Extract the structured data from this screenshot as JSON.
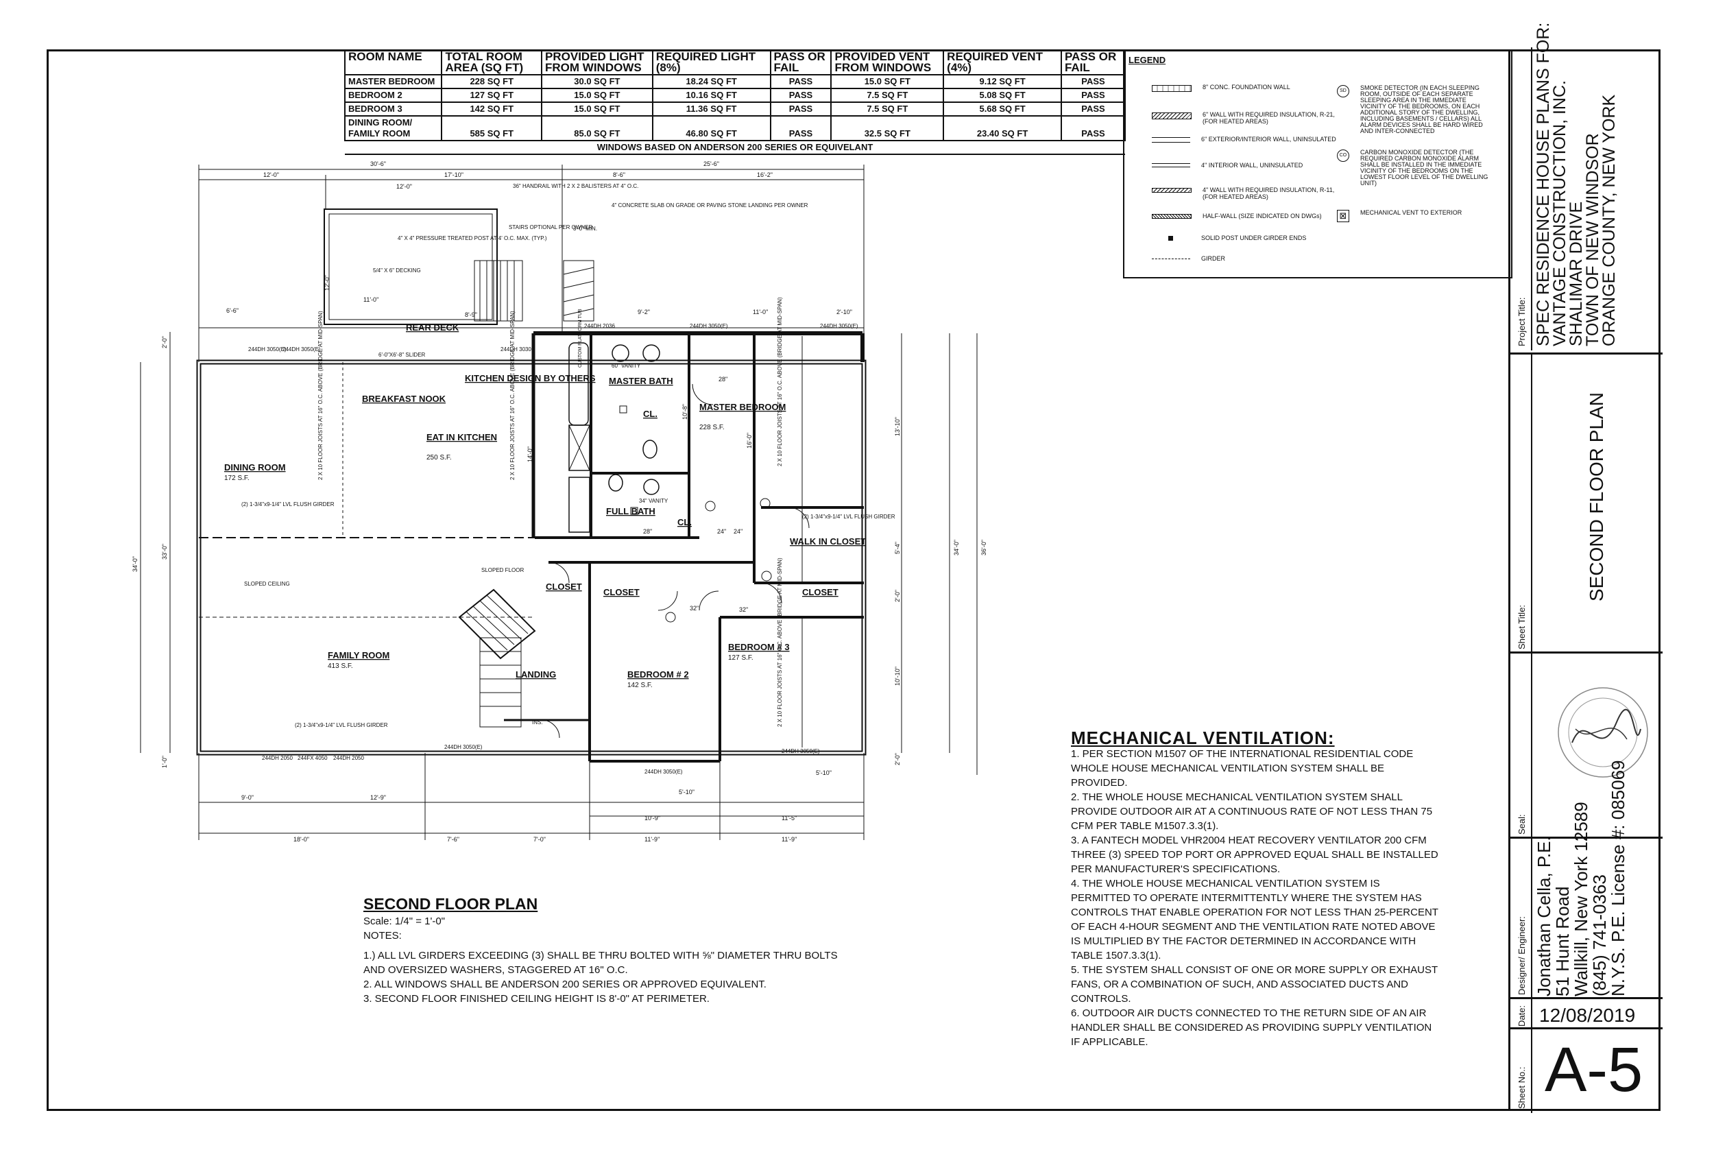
{
  "schedule": {
    "headers": [
      "ROOM NAME",
      "TOTAL ROOM AREA (SQ FT)",
      "PROVIDED LIGHT FROM WINDOWS",
      "REQUIRED LIGHT (8%)",
      "PASS OR FAIL",
      "PROVIDED VENT FROM WINDOWS",
      "REQUIRED VENT (4%)",
      "PASS OR FAIL"
    ],
    "rows": [
      [
        "MASTER BEDROOM",
        "228 SQ FT",
        "30.0 SQ FT",
        "18.24 SQ FT",
        "PASS",
        "15.0 SQ FT",
        "9.12 SQ FT",
        "PASS"
      ],
      [
        "BEDROOM 2",
        "127 SQ FT",
        "15.0 SQ FT",
        "10.16 SQ FT",
        "PASS",
        "7.5 SQ FT",
        "5.08 SQ FT",
        "PASS"
      ],
      [
        "BEDROOM 3",
        "142 SQ FT",
        "15.0 SQ FT",
        "11.36 SQ FT",
        "PASS",
        "7.5 SQ FT",
        "5.68 SQ FT",
        "PASS"
      ],
      [
        "DINING ROOM/ FAMILY ROOM",
        "585 SQ FT",
        "85.0 SQ FT",
        "46.80 SQ FT",
        "PASS",
        "32.5 SQ FT",
        "23.40 SQ FT",
        "PASS"
      ]
    ],
    "footnote": "WINDOWS BASED ON ANDERSON 200 SERIES OR EQUIVELANT"
  },
  "legend": {
    "title": "LEGEND",
    "left_items": [
      "8\" CONC. FOUNDATION WALL",
      "6\" WALL WITH REQUIRED INSULATION, R-21, (FOR HEATED AREAS)",
      "6\" EXTERIOR/INTERIOR WALL, UNINSULATED",
      "4\" INTERIOR WALL, UNINSULATED",
      "4\" WALL WITH REQUIRED INSULATION, R-11, (FOR HEATED AREAS)",
      "HALF-WALL (SIZE INDICATED ON DWGs)",
      "SOLID POST UNDER GIRDER ENDS",
      "GIRDER"
    ],
    "right_items": [
      {
        "icon": "SD",
        "text": "SMOKE DETECTOR (IN EACH SLEEPING ROOM, OUTSIDE OF EACH SEPARATE SLEEPING AREA IN THE IMMEDIATE VICINITY OF THE BEDROOMS, ON EACH ADDITIONAL STORY OF THE DWELLING, INCLUDING BASEMENTS / CELLARS) ALL ALARM DEVICES SHALL BE HARD WIRED AND INTER-CONNECTED"
      },
      {
        "icon": "CO",
        "text": "CARBON MONOXIDE DETECTOR (THE REQUIRED CARBON MONOXIDE ALARM SHALL BE INSTALLED IN THE IMMEDIATE VICINITY OF THE BEDROOMS ON THE LOWEST FLOOR LEVEL OF THE DWELLING UNIT)"
      },
      {
        "icon": "⊠",
        "text": "MECHANICAL VENT TO EXTERIOR"
      }
    ]
  },
  "rooms": {
    "breakfast": "BREAKFAST NOOK",
    "kitchen_design": "KITCHEN DESIGN BY OTHERS",
    "eat_in": "EAT IN KITCHEN",
    "eat_in_area": "250 S.F.",
    "dining": "DINING ROOM",
    "dining_area": "172 S.F.",
    "family": "FAMILY ROOM",
    "family_area": "413 S.F.",
    "master_bath": "MASTER BATH",
    "master_bed": "MASTER BEDROOM",
    "master_bed_area": "228 S.F.",
    "full_bath": "FULL BATH",
    "walk_in": "WALK IN CLOSET",
    "closet": "CLOSET",
    "landing": "LANDING",
    "bed2": "BEDROOM # 2",
    "bed2_area": "142 S.F.",
    "bed3": "BEDROOM # 3",
    "bed3_area": "127 S.F.",
    "rear_deck": "REAR DECK",
    "cl": "CL.",
    "vanity60": "60\" VANITY",
    "vanity34": "34\" VANITY",
    "tub": "CUSTOM PLATFORM TUB",
    "sloped_floor": "SLOPED FLOOR",
    "sloped_ceiling": "SLOPED CEILING"
  },
  "annotations": {
    "handrail": "36\" HANDRAIL WITH 2 X 2 BALISTERS AT 4\" O.C.",
    "stairs_optional": "STAIRS OPTIONAL PER OWNER",
    "post": "4\" X 4\" PRESSURE TREATED POST AT 4' O.C. MAX. (TYP.)",
    "decking": "5/4\" X 6\" DECKING",
    "concrete": "4\" CONCRETE SLAB ON GRADE OR PAVING STONE LANDING PER OWNER",
    "min": "3'-0\" MIN.",
    "slider": "6'-0\"X6'-8\" SLIDER",
    "lvl_girder": "(2) 1-3/4\"x9-1/4\" LVL FLUSH GIRDER",
    "joists": "2 X 10 FLOOR JOISTS AT 16\" O.C. ABOVE (BRIDGE AT MID-SPAN)",
    "ins": "INS."
  },
  "dimensions": {
    "top_overall_left": "30'-6\"",
    "top_overall_right": "25'-6\"",
    "top_a": "12'-0\"",
    "top_b": "17'-10\"",
    "top_c": "8'-6\"",
    "top_d": "16'-2\"",
    "deck_w": "12'-0\"",
    "deck_h": "12'-0\"",
    "deck_in": "11'-0\"",
    "deck_stair": "8'-9\"",
    "left_a": "6'-6\"",
    "mid_a": "9'-2\"",
    "mid_b": "11'-0\"",
    "mid_c": "2'-10\"",
    "bot_a": "9'-0\"",
    "bot_b": "12'-9\"",
    "bot_c": "18'-0\"",
    "bot_d": "7'-6\"",
    "bot_e": "7'-0\"",
    "bot_f": "11'-9\"",
    "bot_g": "11'-9\"",
    "bot_h": "10'-9\"",
    "bot_i": "11'-5\"",
    "bot_j": "5'-10\"",
    "bot_k": "5'-10\"",
    "left_h1": "34'-0\"",
    "left_h2": "33'-0\"",
    "left_h3": "2'-0\"",
    "left_h4": "1'-0\"",
    "right_h1": "34'-0\"",
    "right_h2": "36'-0\"",
    "right_a": "13'-10\"",
    "right_b": "5'-4\"",
    "right_c": "2'-0\"",
    "right_d": "10'-10\"",
    "right_e": "2'-0\"",
    "mb_h": "16'-0\"",
    "bath_h": "10'-8\"",
    "kitchen_h": "14'-0\"",
    "w28a": "28\"",
    "w28b": "28\"",
    "w24a": "24\"",
    "w24b": "24\"",
    "w32a": "32\"",
    "w32b": "32\""
  },
  "windows": {
    "w1": "244DH 3050(E)",
    "w2": "244DH 3050(E)",
    "w3": "244DH 3030",
    "w4": "244DH 2036",
    "w5": "244DH 3050(E)",
    "w6": "244DH 3050(E)",
    "w7": "244DH 2050",
    "w8": "244FX 4050",
    "w9": "244DH 2050",
    "w10": "244DH 3050(E)",
    "w11": "244DH 3050(E)",
    "w12": "244DH 3050(E)"
  },
  "mechanical": {
    "title": "MECHANICAL VENTILATION:",
    "items": [
      "1.  PER SECTION M1507 OF THE INTERNATIONAL RESIDENTIAL CODE WHOLE HOUSE MECHANICAL VENTILATION SYSTEM SHALL BE PROVIDED.",
      "2.  THE WHOLE HOUSE MECHANICAL VENTILATION SYSTEM SHALL PROVIDE OUTDOOR AIR AT A CONTINUOUS RATE OF NOT LESS THAN 75 CFM PER TABLE M1507.3.3(1).",
      "3.  A FANTECH MODEL VHR2004 HEAT RECOVERY  VENTILATOR 200 CFM THREE (3) SPEED TOP PORT OR APPROVED EQUAL SHALL BE INSTALLED PER MANUFACTURER'S SPECIFICATIONS.",
      "4.  THE WHOLE HOUSE MECHANICAL VENTILATION SYSTEM IS PERMITTED TO OPERATE INTERMITTENTLY WHERE THE SYSTEM HAS CONTROLS THAT ENABLE OPERATION FOR NOT LESS THAN 25-PERCENT OF EACH 4-HOUR SEGMENT AND THE VENTILATION RATE NOTED ABOVE IS MULTIPLIED BY THE FACTOR DETERMINED IN ACCORDANCE WITH TABLE 1507.3.3(1).",
      "5.  THE SYSTEM SHALL CONSIST OF ONE OR MORE SUPPLY OR EXHAUST FANS, OR A COMBINATION OF SUCH, AND ASSOCIATED DUCTS AND CONTROLS.",
      "6.  OUTDOOR AIR DUCTS CONNECTED TO THE RETURN SIDE OF AN AIR HANDLER SHALL BE CONSIDERED AS PROVIDING SUPPLY VENTILATION IF APPLICABLE."
    ]
  },
  "notes": {
    "title": "SECOND FLOOR PLAN",
    "scale": "Scale: 1/4\" = 1'-0\"",
    "label": "NOTES:",
    "items": [
      "1.) ALL LVL GIRDERS EXCEEDING (3) SHALL BE THRU BOLTED WITH ⅝\" DIAMETER THRU BOLTS AND OVERSIZED WASHERS, STAGGERED AT 16\" O.C.",
      "2.  ALL WINDOWS SHALL BE ANDERSON 200 SERIES OR APPROVED EQUIVALENT.",
      "3.  SECOND FLOOR FINISHED CEILING HEIGHT IS 8'-0\" AT PERIMETER."
    ]
  },
  "title_block": {
    "project_label": "Project Title:",
    "project_lines": [
      "SPEC RESIDENCE HOUSE PLANS FOR:",
      "VANTAGE CONSTRUCTION, INC.",
      "SHALIMAR DRIVE",
      "TOWN OF NEW WINDSOR",
      "ORANGE COUNTY, NEW YORK"
    ],
    "sheet_title_label": "Sheet Title:",
    "sheet_title": "SECOND FLOOR PLAN",
    "seal_label": "Seal:",
    "designer_label": "Designer/ Engineer:",
    "designer_lines": [
      "Jonathan Cella, P.E.",
      "51 Hunt Road",
      "Wallkill, New York 12589",
      "(845) 741-0363",
      "N.Y.S. P.E. License #: 085069"
    ],
    "date_label": "Date:",
    "date": "12/08/2019",
    "sheet_no_label": "Sheet No.:",
    "sheet_no": "A-5"
  }
}
